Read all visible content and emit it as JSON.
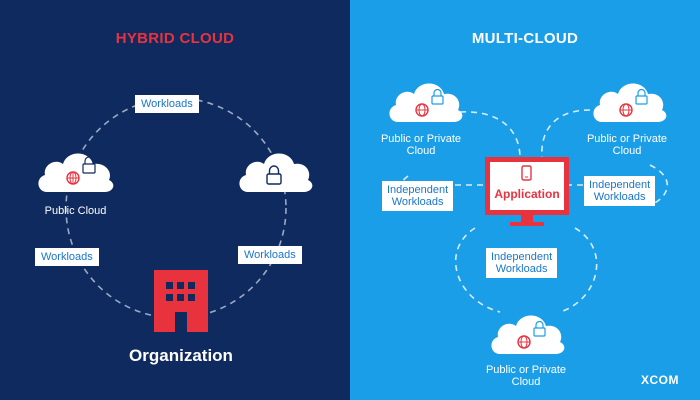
{
  "hybrid": {
    "title": "HYBRID CLOUD",
    "workloads_top": "Workloads",
    "workloads_left": "Workloads",
    "workloads_right": "Workloads",
    "public_cloud_label": "Public Cloud",
    "organization_label": "Organization"
  },
  "multi": {
    "title": "MULTI-CLOUD",
    "cloud_left_label": "Public or Private\nCloud",
    "cloud_right_label": "Public or Private\nCloud",
    "cloud_bottom_label": "Public or Private\nCloud",
    "independent_left": "Independent\nWorkloads",
    "independent_right": "Independent\nWorkloads",
    "independent_bottom": "Independent\nWorkloads",
    "application_label": "Application"
  },
  "brand": {
    "logo_text": "XCOM"
  },
  "colors": {
    "left_bg": "#0e2a5f",
    "right_bg": "#1b9ee8",
    "accent_red": "#e8333f",
    "tag_text": "#1a76c9",
    "white": "#ffffff"
  }
}
